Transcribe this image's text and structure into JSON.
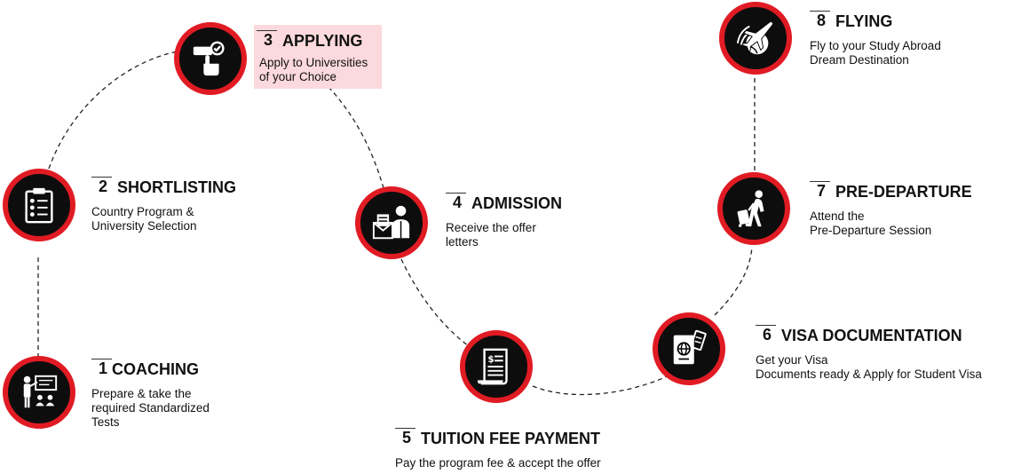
{
  "steps": [
    {
      "number": "1",
      "title": "COACHING",
      "desc": [
        "Prepare & take the",
        "required Standardized",
        "Tests"
      ],
      "icon": "presentation-icon"
    },
    {
      "number": "2",
      "title": "SHORTLISTING",
      "desc": [
        "Country Program &",
        "University Selection"
      ],
      "icon": "clipboard-icon"
    },
    {
      "number": "3",
      "title": "APPLYING",
      "desc": [
        "Apply to Universities",
        "of your Choice"
      ],
      "icon": "click-apply-icon"
    },
    {
      "number": "4",
      "title": "ADMISSION",
      "desc": [
        "Receive the offer",
        "letters"
      ],
      "icon": "offer-letter-icon"
    },
    {
      "number": "5",
      "title": "TUITION FEE PAYMENT",
      "desc": [
        "Pay the program fee & accept the offer"
      ],
      "icon": "invoice-icon"
    },
    {
      "number": "6",
      "title": "VISA DOCUMENTATION",
      "desc": [
        "Get your Visa",
        "Documents ready & Apply for Student Visa"
      ],
      "icon": "passport-icon"
    },
    {
      "number": "7",
      "title": "PRE-DEPARTURE",
      "desc": [
        "Attend the",
        "Pre-Departure Session"
      ],
      "icon": "traveler-icon"
    },
    {
      "number": "8",
      "title": "FLYING",
      "desc": [
        "Fly to your Study Abroad",
        "Dream Destination"
      ],
      "icon": "airplane-globe-icon"
    }
  ],
  "colors": {
    "accent": "#e01b24",
    "node_fill": "#0d0d0d",
    "highlight": "#fbd9dc",
    "text": "#111111"
  }
}
